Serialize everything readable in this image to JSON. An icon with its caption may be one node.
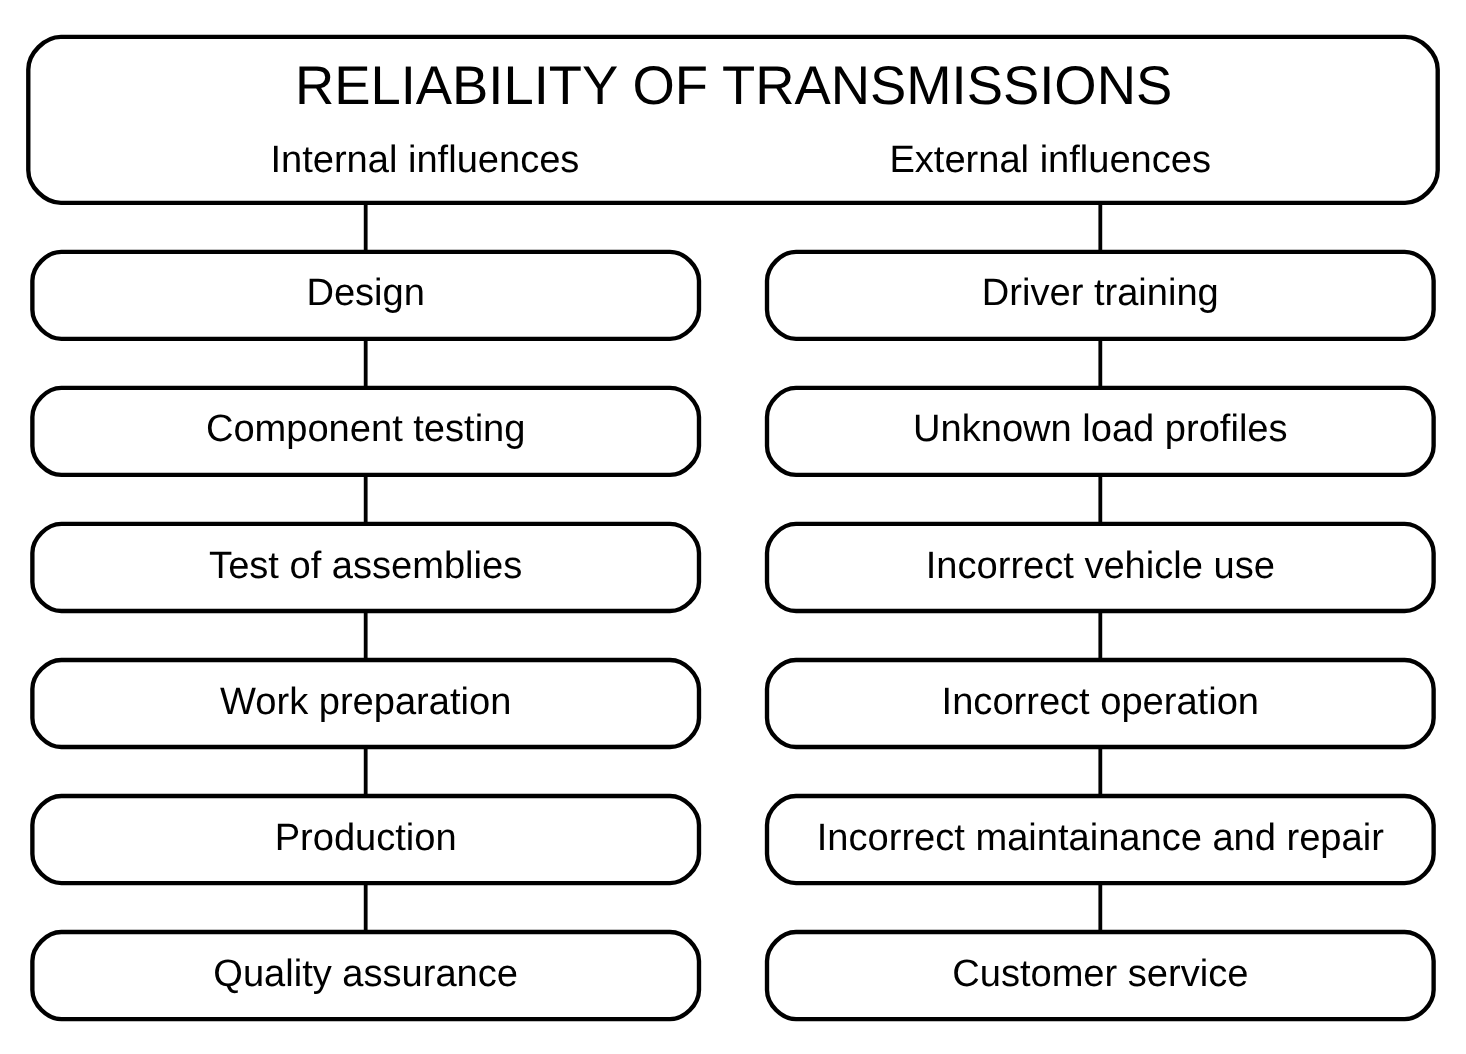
{
  "diagram": {
    "nodes": [
      {
        "text": [
          "RELIABILITY OF TRANSMISSIONS",
          "Internal influences",
          "External influences"
        ]
      },
      {
        "text": [
          "Design"
        ]
      },
      {
        "text": [
          "Component testing"
        ]
      },
      {
        "text": [
          "Test of assemblies"
        ]
      },
      {
        "text": [
          "Work preparation"
        ]
      },
      {
        "text": [
          "Production"
        ]
      },
      {
        "text": [
          "Quality assurance"
        ]
      },
      {
        "text": [
          "Driver training"
        ]
      },
      {
        "text": [
          "Unknown load profiles"
        ]
      },
      {
        "text": [
          "Incorrect vehicle use"
        ]
      },
      {
        "text": [
          "Incorrect operation"
        ]
      },
      {
        "text": [
          "Incorrect maintainance and repair"
        ]
      },
      {
        "text": [
          "Customer service"
        ]
      }
    ],
    "edges": [
      {
        "from": 0,
        "to": 1,
        "arrow": "none"
      },
      {
        "from": 1,
        "to": 2,
        "arrow": "none"
      },
      {
        "from": 2,
        "to": 3,
        "arrow": "none"
      },
      {
        "from": 3,
        "to": 4,
        "arrow": "none"
      },
      {
        "from": 4,
        "to": 5,
        "arrow": "none"
      },
      {
        "from": 5,
        "to": 6,
        "arrow": "none"
      },
      {
        "from": 0,
        "to": 7,
        "arrow": "none"
      },
      {
        "from": 7,
        "to": 8,
        "arrow": "none"
      },
      {
        "from": 8,
        "to": 9,
        "arrow": "none"
      },
      {
        "from": 9,
        "to": 10,
        "arrow": "none"
      },
      {
        "from": 10,
        "to": 11,
        "arrow": "none"
      },
      {
        "from": 11,
        "to": 12,
        "arrow": "none"
      }
    ]
  }
}
